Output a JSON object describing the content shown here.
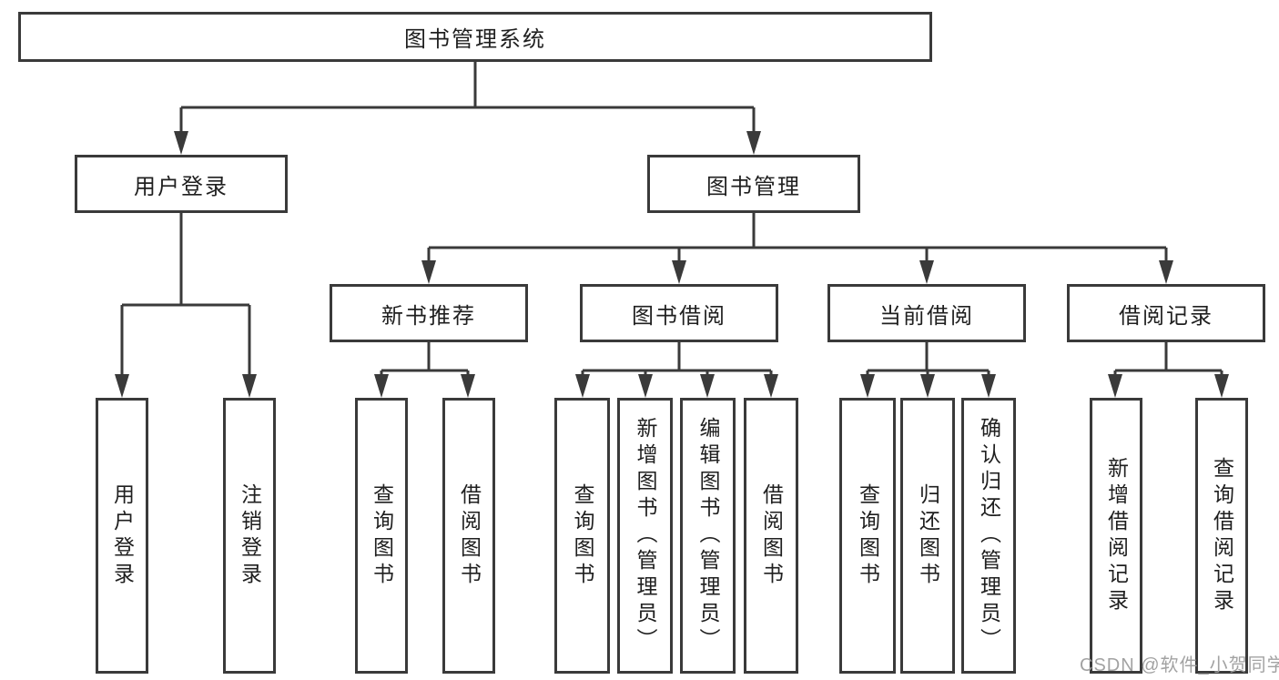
{
  "tree": {
    "label": "图书管理系统",
    "children": [
      {
        "label": "用户登录",
        "children": [
          {
            "label": "用户登录"
          },
          {
            "label": "注销登录"
          }
        ]
      },
      {
        "label": "图书管理",
        "children": [
          {
            "label": "新书推荐",
            "children": [
              {
                "label": "查询图书"
              },
              {
                "label": "借阅图书"
              }
            ]
          },
          {
            "label": "图书借阅",
            "children": [
              {
                "label": "查询图书"
              },
              {
                "label": "新增图书（管理员）"
              },
              {
                "label": "编辑图书（管理员）"
              },
              {
                "label": "借阅图书"
              }
            ]
          },
          {
            "label": "当前借阅",
            "children": [
              {
                "label": "查询图书"
              },
              {
                "label": "归还图书"
              },
              {
                "label": "确认归还（管理员）"
              }
            ]
          },
          {
            "label": "借阅记录",
            "children": [
              {
                "label": "新增借阅记录"
              },
              {
                "label": "查询借阅记录"
              }
            ]
          }
        ]
      }
    ]
  },
  "watermark": {
    "text": "CSDN @软件_小贺同学"
  },
  "colors": {
    "line": "#3a3a3a",
    "text": "#1f1f1f",
    "box_bg": "#ffffff",
    "watermark": "#9e9e9e"
  }
}
